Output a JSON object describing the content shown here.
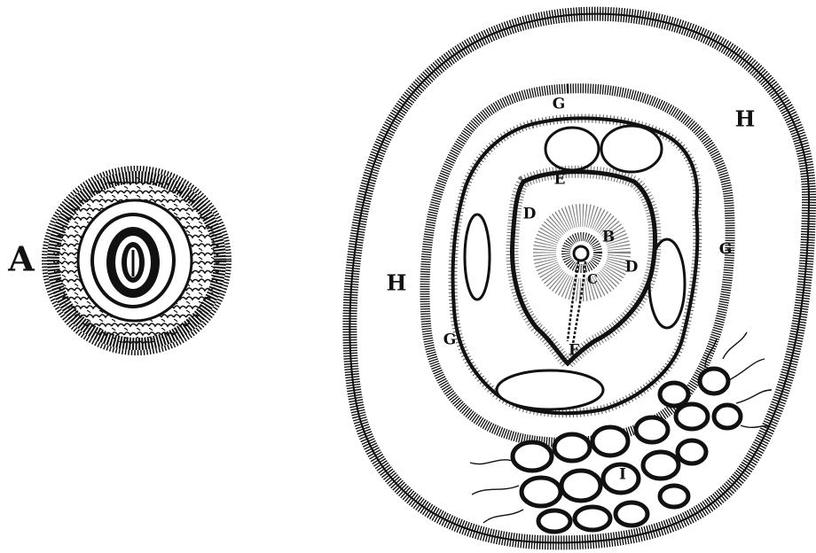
{
  "labels": {
    "a": "A",
    "b": "B",
    "c": "C",
    "d_left": "D",
    "d_right": "D",
    "e": "E",
    "f": "F",
    "g_top": "G",
    "g_right": "G",
    "g_left": "G",
    "h_right": "H",
    "h_left": "H",
    "i": "I"
  },
  "colors": {
    "ink": "#111111",
    "paper": "#ffffff"
  }
}
